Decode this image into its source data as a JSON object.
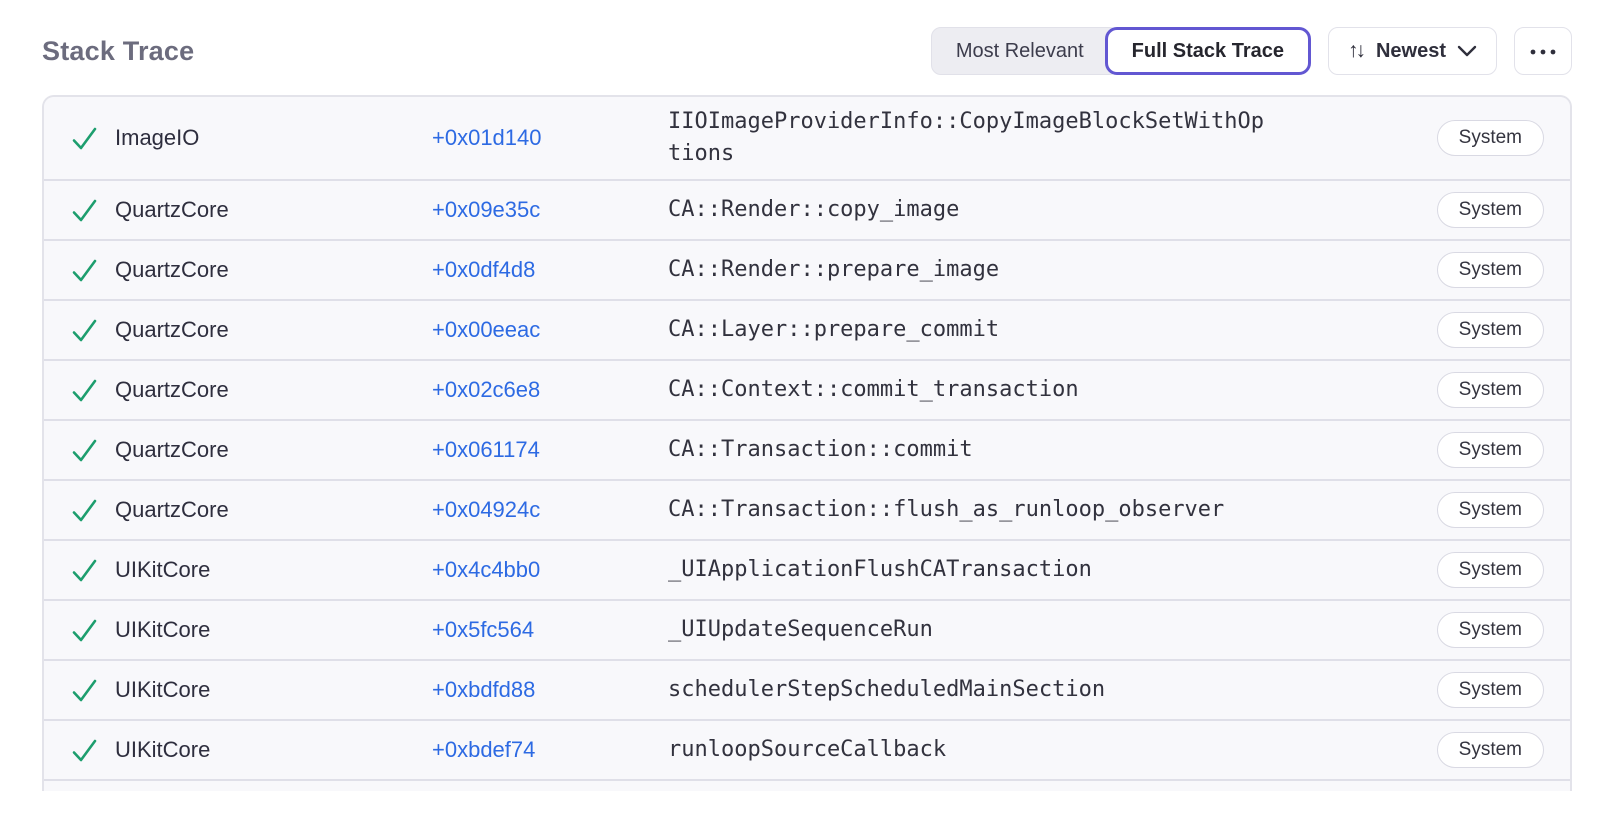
{
  "header": {
    "title": "Stack Trace",
    "view_toggle": {
      "options": [
        {
          "label": "Most Relevant",
          "selected": false
        },
        {
          "label": "Full Stack Trace",
          "selected": true
        }
      ]
    },
    "sort": {
      "label": "Newest",
      "sort_icon": "sort-arrows-icon",
      "chevron_icon": "chevron-down-icon"
    },
    "more_icon": "ellipsis-icon"
  },
  "colors": {
    "accent_purple": "#6257d2",
    "link_blue": "#2d6ae3",
    "success_green": "#1d9e6e",
    "row_background": "#f8f8fb",
    "divider": "#dfdfe8"
  },
  "stack_trace": {
    "status_icon": "checkmark-icon",
    "rows": [
      {
        "library": "ImageIO",
        "offset": "+0x01d140",
        "function": "IIOImageProviderInfo::CopyImageBlockSetWithOptions",
        "badge": "System"
      },
      {
        "library": "QuartzCore",
        "offset": "+0x09e35c",
        "function": "CA::Render::copy_image",
        "badge": "System"
      },
      {
        "library": "QuartzCore",
        "offset": "+0x0df4d8",
        "function": "CA::Render::prepare_image",
        "badge": "System"
      },
      {
        "library": "QuartzCore",
        "offset": "+0x00eeac",
        "function": "CA::Layer::prepare_commit",
        "badge": "System"
      },
      {
        "library": "QuartzCore",
        "offset": "+0x02c6e8",
        "function": "CA::Context::commit_transaction",
        "badge": "System"
      },
      {
        "library": "QuartzCore",
        "offset": "+0x061174",
        "function": "CA::Transaction::commit",
        "badge": "System"
      },
      {
        "library": "QuartzCore",
        "offset": "+0x04924c",
        "function": "CA::Transaction::flush_as_runloop_observer",
        "badge": "System"
      },
      {
        "library": "UIKitCore",
        "offset": "+0x4c4bb0",
        "function": "_UIApplicationFlushCATransaction",
        "badge": "System"
      },
      {
        "library": "UIKitCore",
        "offset": "+0x5fc564",
        "function": "_UIUpdateSequenceRun",
        "badge": "System"
      },
      {
        "library": "UIKitCore",
        "offset": "+0xbdfd88",
        "function": "schedulerStepScheduledMainSection",
        "badge": "System"
      },
      {
        "library": "UIKitCore",
        "offset": "+0xbdef74",
        "function": "runloopSourceCallback",
        "badge": "System"
      }
    ]
  }
}
